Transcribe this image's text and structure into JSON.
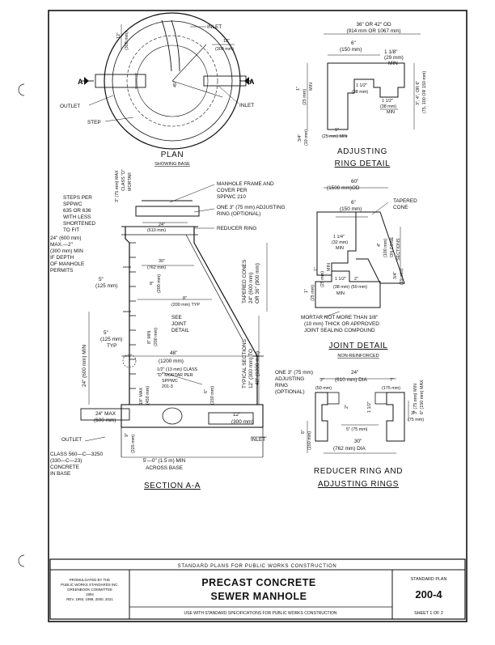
{
  "plan": {
    "title": "PLAN",
    "subtitle": "SHOWING BASE",
    "labels": {
      "inlet_top": "INLET",
      "outlet": "OUTLET",
      "inlet_right": "INLET",
      "step": "STEP",
      "dim_12_left": "12\"",
      "dim_12_left_mm": "(300 mm)",
      "dim_12_top": "12\"",
      "dim_12_top_mm": "(300 mm)",
      "dim_45": "45°",
      "section_a_left": "A",
      "section_a_right": "A"
    }
  },
  "adjusting_ring": {
    "title": "ADJUSTING",
    "title2": "RING DETAIL",
    "labels": {
      "od": "36\" OR 42\" OD",
      "od_mm": "(914 mm OR 1067 mm)",
      "six": "6\"",
      "six_mm": "(150 mm)",
      "one_one_eighth": "1 1/8\"",
      "one_one_eighth_mm": "(29 mm)",
      "min1": "MIN",
      "one_half": "1 1/2\"",
      "one_half_mm": "(38 mm)",
      "one_half_b": "1 1/2\"",
      "one_half_b_mm": "(38 mm)",
      "min2": "MIN",
      "one_in": "1\"",
      "one_in_mm": "(25 mm)",
      "min3": "MIN",
      "one_in_b": "1\"",
      "one_in_b_mm": "(25 mm) MIN",
      "three_q": "3/4\"",
      "three_q_mm": "(19 mm)",
      "three_six": "3\", 4\", OR 6\"",
      "three_six_mm": "(75, 100 OR 150 mm)"
    }
  },
  "section_aa": {
    "title": "SECTION A-A",
    "labels": {
      "class_d": "3\" (75 mm) MAX",
      "class_d2": "CLASS \"D\"",
      "class_d3": "MORTAR",
      "frame": "MANHOLE FRAME AND",
      "frame2": "COVER PER",
      "frame3": "SPPWC 210",
      "steps": "STEPS PER",
      "steps2": "SPPWC",
      "steps3": "635 OR 636",
      "steps4": "WITH LESS",
      "steps5": "SHORTENED",
      "steps6": "TO FIT",
      "max24": "24\" (600 mm)",
      "max24b": "MAX.—2\"",
      "max24c": "(300 mm) MIN",
      "max24d": "IF DEPTH",
      "max24e": "OF MANHOLE",
      "max24f": "PERMITS",
      "one_ring": "ONE 3\" (75 mm) ADJUSTING",
      "one_ring2": "RING (OPTIONAL)",
      "reducer": "REDUCER RING",
      "d24": "24\"",
      "d24mm": "(610 mm)",
      "d30": "30\"",
      "d30mm": "(762 mm)",
      "d8": "8\"",
      "d8mm": "(200 mm)",
      "d5": "5\"",
      "d5mm": "(125 mm)",
      "d8typ": "8\"",
      "d8typmm": "(200 mm) TYP",
      "see_joint": "SEE",
      "see_joint2": "JOINT",
      "see_joint3": "DETAIL",
      "d5b": "5\"",
      "d5bmm": "(125 mm)",
      "d5btyp": "TYP",
      "d8b": "8\" MIN",
      "d8bmm": "(200 mm)",
      "d48": "48\"",
      "d48mm": "(1200 mm)",
      "half": "1/2\" (13 mm) CLASS",
      "half2": "\"D\" MORTAR PER",
      "half3": "SPPWC",
      "half4": "201-3",
      "d24min": "24\" (600 mm) MIN",
      "d18max": "18\" MAX",
      "d18mm": "(450 mm)",
      "d6": "6\"",
      "d6mm": "(150 mm)",
      "d24max": "24\" MAX",
      "d24maxmm": "(600 mm)",
      "outlet": "OUTLET",
      "inlet": "INLET",
      "d9": "9\"",
      "d9mm": "(225 mm)",
      "d12": "12\"",
      "d12mm": "(300 mm)",
      "base": "5'—0\" (1.5 m) MIN",
      "base2": "ACROSS BASE",
      "class560": "CLASS 560—C—3250",
      "class560b": "(330—C—23)",
      "class560c": "CONCRETE",
      "class560d": "IN BASE",
      "tapered": "TAPERED CONES",
      "tapered2": "24\" (600 mm)",
      "tapered3": "OR 36\" (900 mm)",
      "typical": "TYPICAL SECTIONS",
      "typical2": "12\" (300 mm) TO",
      "typical3": "48\" (1200 mm)"
    }
  },
  "joint_detail": {
    "title": "JOINT DETAIL",
    "subtitle": "NON-REINFORCED",
    "labels": {
      "d60": "60\"",
      "d60mm": "(1500 mm)OD",
      "d6": "6\"",
      "d6mm": "(150 mm)",
      "tapered": "TAPERED",
      "tapered2": "CONE",
      "d114": "1 1/4\"",
      "d114mm": "(32 mm)",
      "d114min": "MIN",
      "d4": "4\"",
      "d4mm": "(100 mm)",
      "d4b": "ON CONE",
      "d4c": "SECTIONS",
      "d1": "1\"",
      "d1mm": "(25 mm)",
      "d1min": "MIN",
      "d112": "1 1/2\"",
      "d112mm": "(38 mm)",
      "d112min": "MIN",
      "d2": "2\"",
      "d2mm": "(50 mm)",
      "d34": "3/4\"",
      "d34mm": "(19 mm)",
      "d1b": "1\"",
      "d1bmm": "(25 mm)",
      "mortar": "MORTAR NOT MORE THAN 3/8\"",
      "mortar2": "(10 mm) THICK OR APPROVED",
      "mortar3": "JOINT SEALING COMPOUND"
    }
  },
  "reducer_ring": {
    "title": "REDUCER RING AND",
    "title2": "ADJUSTING RINGS",
    "labels": {
      "one3": "ONE 3\" (75 mm)",
      "one3b": "ADJUSTING",
      "one3c": "RING",
      "one3d": "(OPTIONAL)",
      "d24": "24\"",
      "d24mm": "(610 mm) DIA",
      "d2": "2\"",
      "d2mm": "(50 mm)",
      "d7": "7\"",
      "d7mm": "(175 mm)",
      "d112": "1 1/2\"",
      "d2b": "2\"",
      "d3min": "3\" (75 mm) MIN",
      "d6max": "6\" (150 mm) MAX",
      "d3": "3\"",
      "d3mm": "(75 mm)",
      "d6": "6\"",
      "d6mm": "(150 mm)",
      "d5": "5\" (75 mm)",
      "d30": "30\"",
      "d30mm": "(762 mm) DIA"
    }
  },
  "title_block": {
    "header": "STANDARD PLANS FOR PUBLIC WORKS CONSTRUCTION",
    "promulgated": "PROMULGATED BY THE",
    "promulgated2": "PUBLIC WORKS STANDARDS INC.",
    "promulgated3": "GREENBOOK COMMITTEE",
    "promulgated4": "1994",
    "promulgated5": "REV. 1993, 1998, 2000, 2021",
    "title1": "PRECAST CONCRETE",
    "title2": "SEWER MANHOLE",
    "footer": "USE WITH STANDARD SPECIFICATIONS FOR PUBLIC WORKS CONSTRUCTION",
    "plan_label": "STANDARD PLAN",
    "plan_number": "200-4",
    "sheet": "SHEET 1 OF 2"
  }
}
